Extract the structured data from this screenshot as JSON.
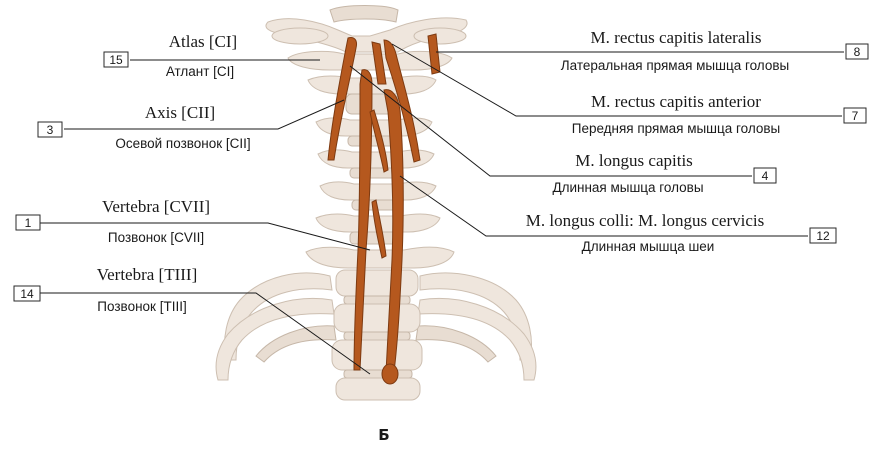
{
  "figure_letter": "Б",
  "colors": {
    "muscle": "#b5581e",
    "bone": "#efe6dd",
    "text": "#1a1a1a"
  },
  "labels": {
    "atlas": {
      "number": "15",
      "latin": "Atlas [CI]",
      "russian": "Атлант [CI]"
    },
    "axis": {
      "number": "3",
      "latin": "Axis [CII]",
      "russian": "Осевой позвонок [CII]"
    },
    "vertebra_c7": {
      "number": "1",
      "latin": "Vertebra [CVII]",
      "russian": "Позвонок [CVII]"
    },
    "vertebra_t3": {
      "number": "14",
      "latin": "Vertebra [TIII]",
      "russian": "Позвонок [TIII]"
    },
    "rectus_lateralis": {
      "number": "8",
      "latin": "M. rectus capitis lateralis",
      "russian": "Латеральная прямая мышца головы"
    },
    "rectus_anterior": {
      "number": "7",
      "latin": "M. rectus capitis anterior",
      "russian": "Передняя прямая мышца головы"
    },
    "longus_capitis": {
      "number": "4",
      "latin": "M. longus capitis",
      "russian": "Длинная мышца головы"
    },
    "longus_colli": {
      "number": "12",
      "latin": "M. longus colli: M. longus cervicis",
      "russian": "Длинная мышца шеи"
    }
  }
}
